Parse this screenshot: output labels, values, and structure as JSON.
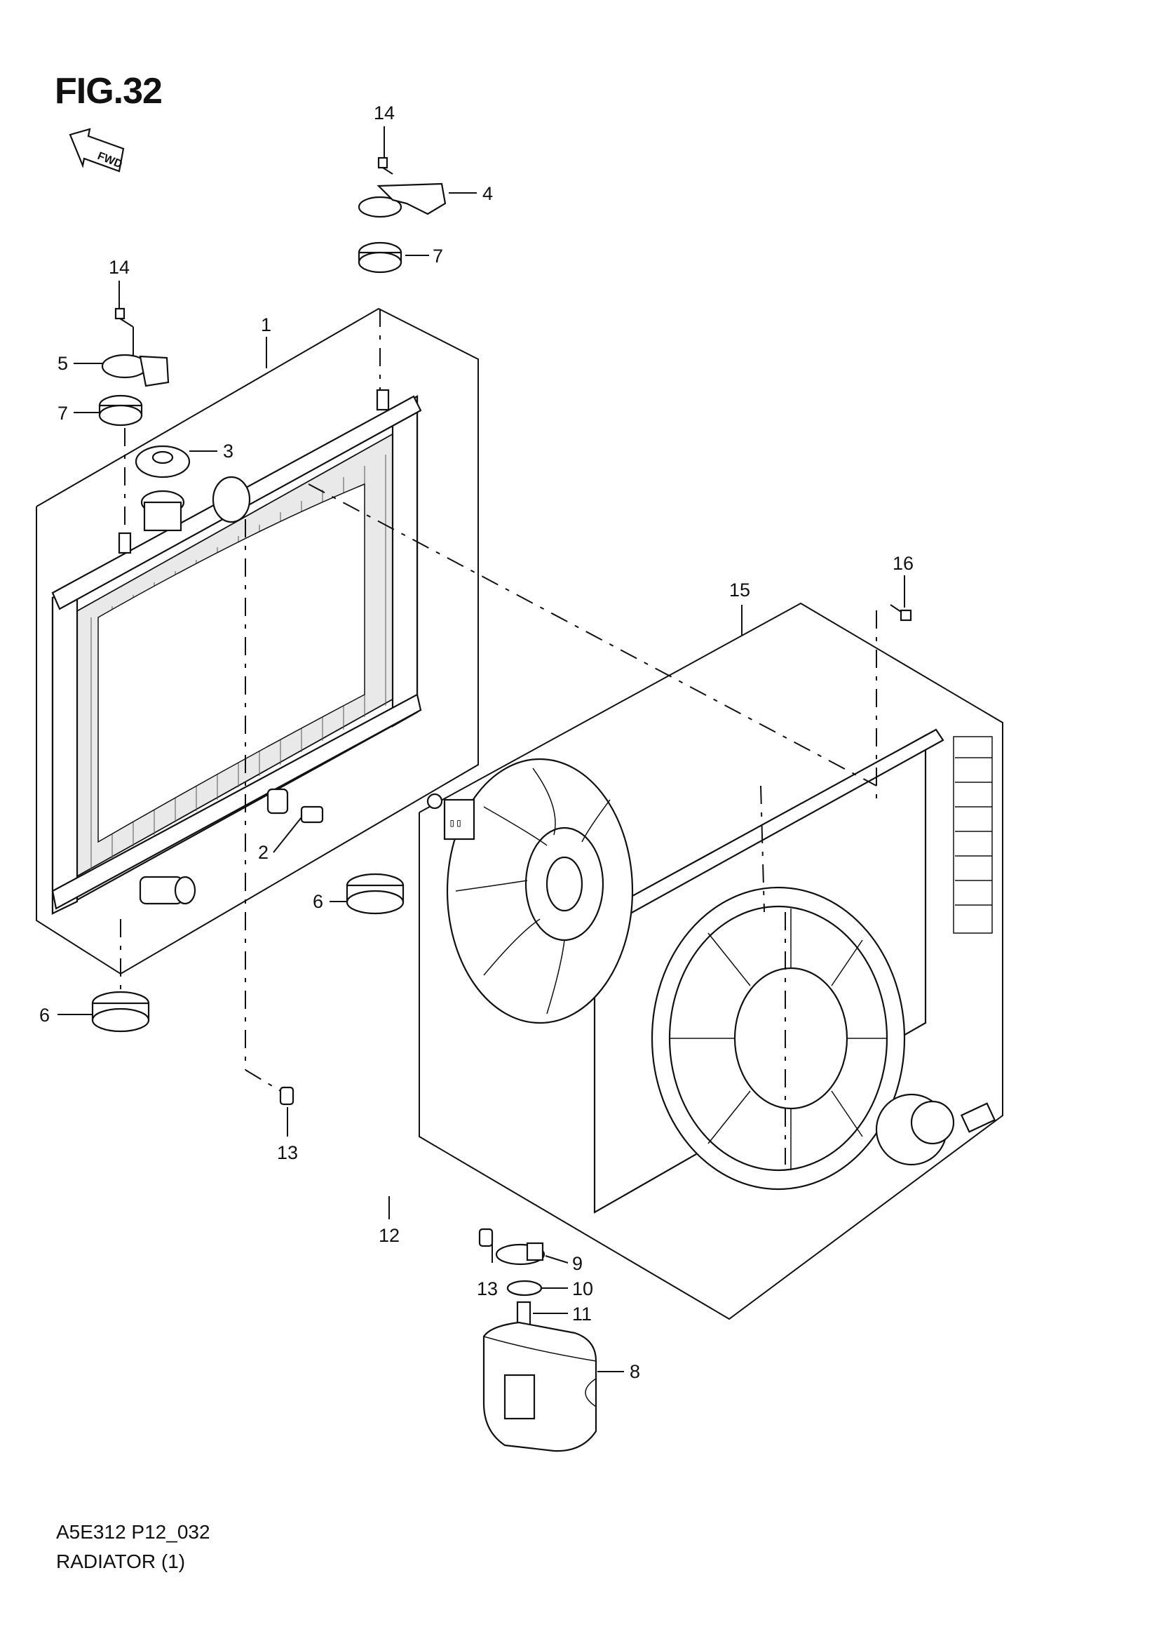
{
  "figure": {
    "title": "FIG.32",
    "fwd_label": "FWD"
  },
  "footer": {
    "code": "A5E312 P12_032",
    "name": "RADIATOR (1)"
  },
  "callouts": [
    {
      "id": "c14a",
      "label": "14"
    },
    {
      "id": "c4",
      "label": "4"
    },
    {
      "id": "c7a",
      "label": "7"
    },
    {
      "id": "c14b",
      "label": "14"
    },
    {
      "id": "c1",
      "label": "1"
    },
    {
      "id": "c5",
      "label": "5"
    },
    {
      "id": "c7b",
      "label": "7"
    },
    {
      "id": "c3",
      "label": "3"
    },
    {
      "id": "c16",
      "label": "16"
    },
    {
      "id": "c15",
      "label": "15"
    },
    {
      "id": "c2",
      "label": "2"
    },
    {
      "id": "c6a",
      "label": "6"
    },
    {
      "id": "c6b",
      "label": "6"
    },
    {
      "id": "c13a",
      "label": "13"
    },
    {
      "id": "c12",
      "label": "12"
    },
    {
      "id": "c9",
      "label": "9"
    },
    {
      "id": "c13b",
      "label": "13"
    },
    {
      "id": "c10",
      "label": "10"
    },
    {
      "id": "c11",
      "label": "11"
    },
    {
      "id": "c8",
      "label": "8"
    }
  ]
}
